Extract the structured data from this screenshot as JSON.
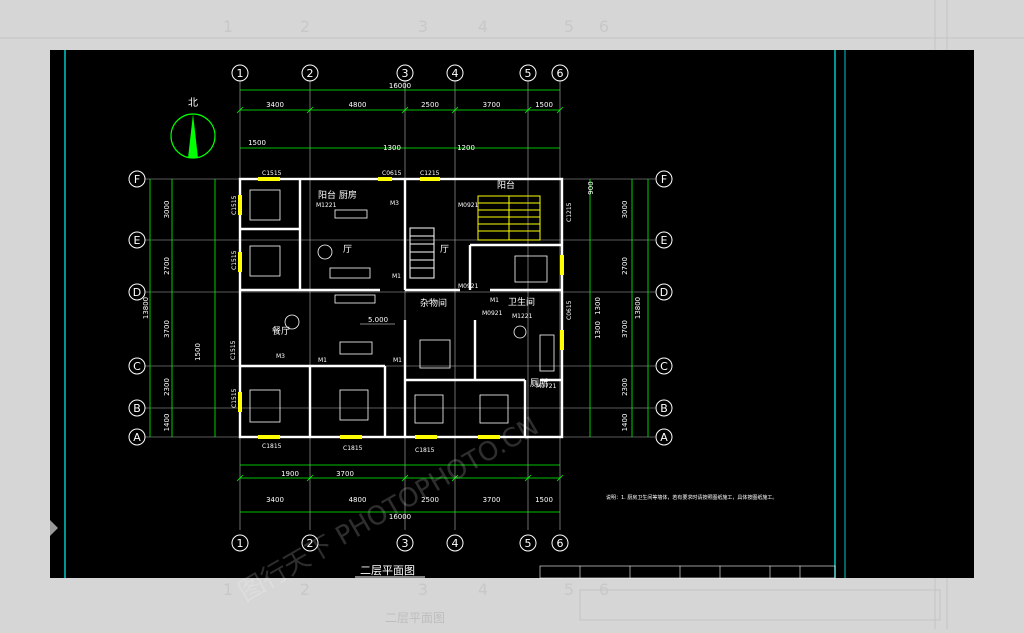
{
  "drawing": {
    "title": "二层平面图",
    "background": "#000000",
    "frame_color": "#00c8c8",
    "line_color": "#ffffff",
    "dim_color": "#00ff00",
    "wall_color": "#ffffff",
    "window_color": "#ffff00"
  },
  "grid": {
    "columns": [
      "1",
      "2",
      "3",
      "4",
      "5",
      "6"
    ],
    "rows": [
      "F",
      "E",
      "D",
      "C",
      "B",
      "A"
    ]
  },
  "dimensions": {
    "top_total": "16000",
    "top_segments": [
      "3400",
      "4800",
      "2500",
      "3700",
      "1500"
    ],
    "top_detail": [
      "1500",
      "1300",
      "1200"
    ],
    "bottom_total": "16000",
    "bottom_segments": [
      "3400",
      "4800",
      "2500",
      "3700",
      "1500"
    ],
    "bottom_detail": [
      "1900",
      "3700"
    ],
    "left_total": "13800",
    "left_segments": [
      "3000",
      "2700",
      "3700",
      "2300",
      "1400"
    ],
    "left_detail": [
      "1500"
    ],
    "right_total": "13800",
    "right_segments": [
      "3000",
      "2700",
      "3700",
      "2300",
      "1400"
    ],
    "right_detail": [
      "900",
      "1300",
      "1300"
    ]
  },
  "rooms": {
    "balcony_kitchen": "阳台 厨房",
    "hall": "厅",
    "hall2": "厅",
    "dining": "餐厅",
    "balcony_right": "阳台",
    "storage": "杂物间",
    "washroom": "卫生间",
    "toilet": "厕所"
  },
  "doors": [
    "M1221",
    "M3",
    "M1",
    "M1",
    "M1",
    "M0921",
    "M0921",
    "M0921",
    "M1221",
    "M3",
    "M1",
    "M0721"
  ],
  "windows": [
    "C1515",
    "C0615",
    "C1215",
    "C1515",
    "C1515",
    "C1515",
    "C1815",
    "C1815",
    "C1815",
    "C1215",
    "C0615",
    "C1515"
  ],
  "elevation": "5.000",
  "note": "说明：1. 厨房卫生间等墙体，若有要求时请按照图纸施工，具体按图纸施工。",
  "north_label": "北",
  "watermark": "图行天下 PHOTOPHOTO.CN"
}
